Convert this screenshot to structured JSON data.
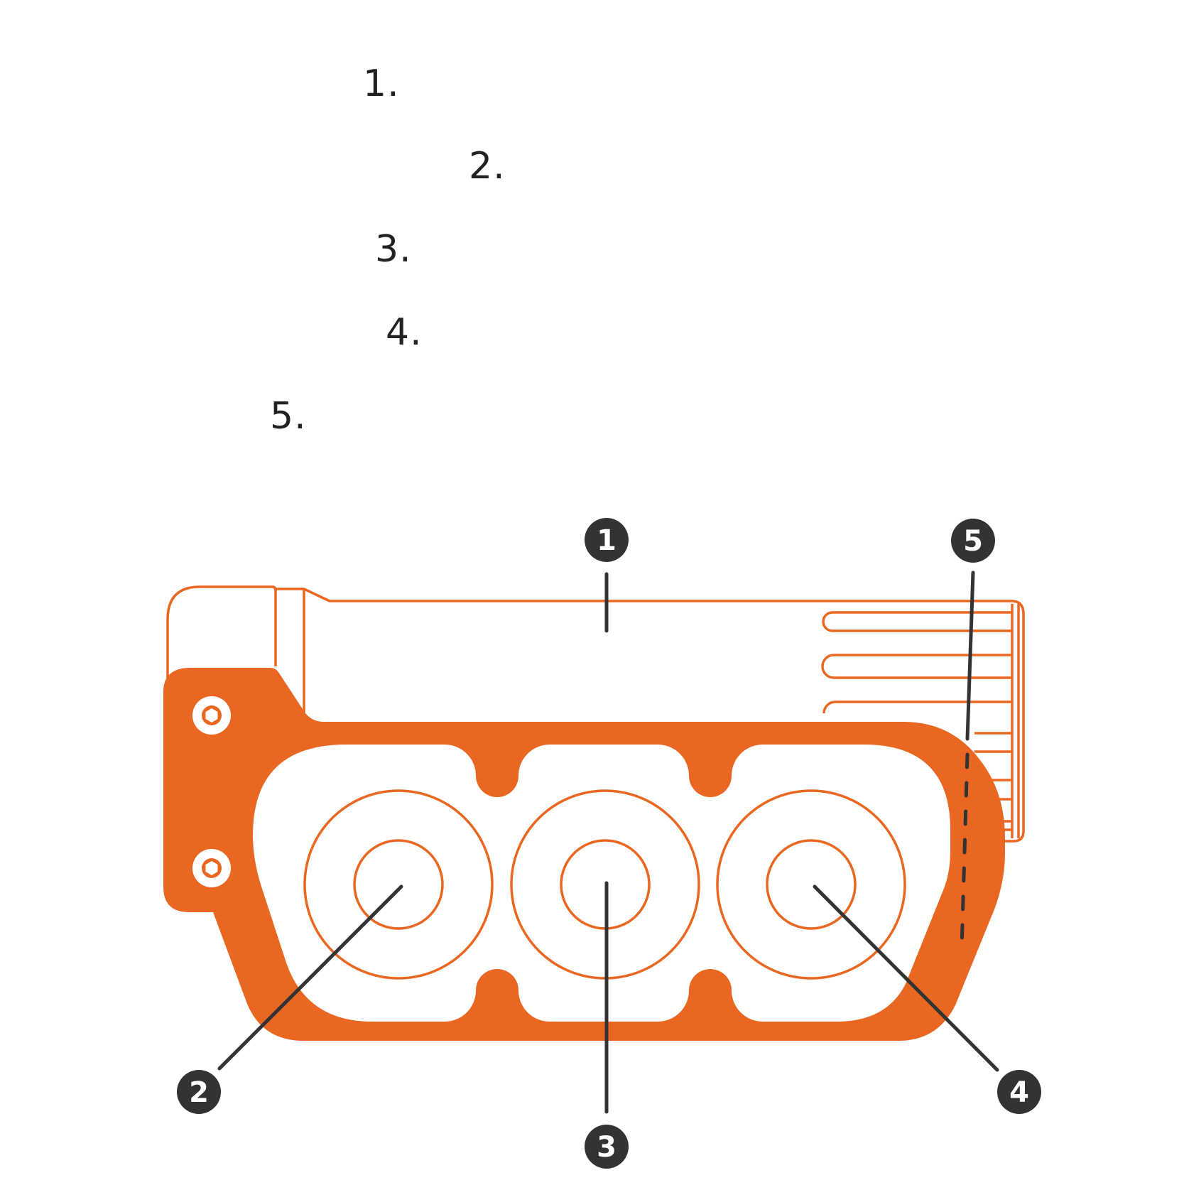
{
  "legend": {
    "items": [
      "1.",
      "2.",
      "3.",
      "4.",
      "5."
    ]
  },
  "callouts": [
    "1",
    "2",
    "3",
    "4",
    "5"
  ],
  "colors": {
    "accent": "#EA6721",
    "ink": "#333333",
    "background": "#FFFFFF"
  }
}
